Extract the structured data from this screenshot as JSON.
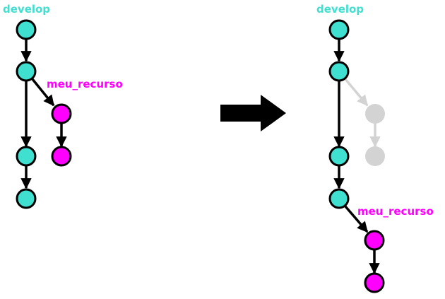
{
  "before": {
    "branch_develop": "develop",
    "branch_feature": "meu_recurso"
  },
  "after": {
    "branch_develop": "develop",
    "branch_feature": "meu_recurso"
  },
  "colors": {
    "develop": "#40E0D0",
    "feature": "#FF00FF",
    "ghost": "#D3D3D3",
    "stroke": "#000000",
    "arrow": "#000000"
  }
}
